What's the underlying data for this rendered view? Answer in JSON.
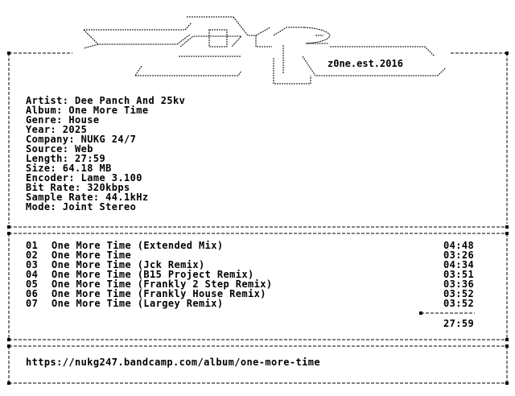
{
  "logo": {
    "tagline": "z0ne.est.2016"
  },
  "info": {
    "lines": [
      "Artist: Dee Panch And 25kv",
      "Album: One More Time",
      "Genre: House",
      "Year: 2025",
      "Company: NUKG 24/7",
      "Source: Web",
      "Length: 27:59",
      "Size: 64.18 MB",
      "Encoder: Lame 3.100",
      "Bit Rate: 320kbps",
      "Sample Rate: 44.1kHz",
      "Mode: Joint Stereo"
    ]
  },
  "tracklist": {
    "tracks": [
      {
        "num": "01",
        "title": "One More Time (Extended Mix)",
        "time": "04:48"
      },
      {
        "num": "02",
        "title": "One More Time",
        "time": "03:26"
      },
      {
        "num": "03",
        "title": "One More Time (Jck Remix)",
        "time": "04:34"
      },
      {
        "num": "04",
        "title": "One More Time (B15 Project Remix)",
        "time": "03:51"
      },
      {
        "num": "05",
        "title": "One More Time (Frankly 2 Step Remix)",
        "time": "03:36"
      },
      {
        "num": "06",
        "title": "One More Time (Frankly House Remix)",
        "time": "03:52"
      },
      {
        "num": "07",
        "title": "One More Time (Largey Remix)",
        "time": "03:52"
      }
    ],
    "total": "27:59"
  },
  "footer": {
    "url": "https://nukg247.bandcamp.com/album/one-more-time"
  }
}
